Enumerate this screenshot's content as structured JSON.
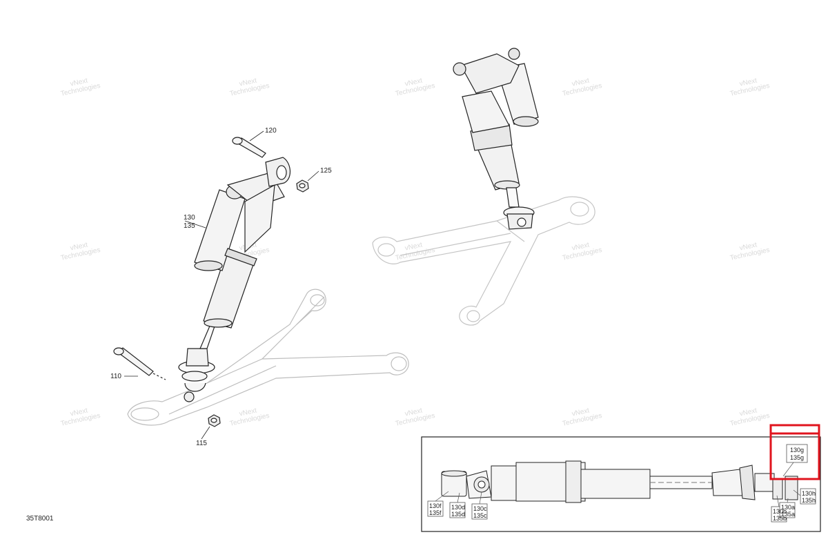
{
  "diagram_code": "35T8001",
  "watermark": {
    "line1": "vNext",
    "line2": "Technologies"
  },
  "callouts": {
    "c120": "120",
    "c125": "125",
    "c130_135_a": "130",
    "c130_135_b": "135",
    "c110": "110",
    "c115": "115"
  },
  "inset": {
    "tags": {
      "t130g": "130g",
      "t135g": "135g",
      "t130f": "130f",
      "t135f": "135f",
      "t130d": "130d",
      "t135d": "135d",
      "t130c": "130c",
      "t135c": "135c",
      "t130b": "130b",
      "t135b": "135b",
      "t130a": "130a",
      "t135a": "135a",
      "t130h": "130h",
      "t135h": "135h"
    }
  },
  "colors": {
    "highlight": "#e0141e",
    "line": "#222222",
    "faint_line": "#b5b5b5",
    "shock_fill": "#f2f2f2"
  }
}
